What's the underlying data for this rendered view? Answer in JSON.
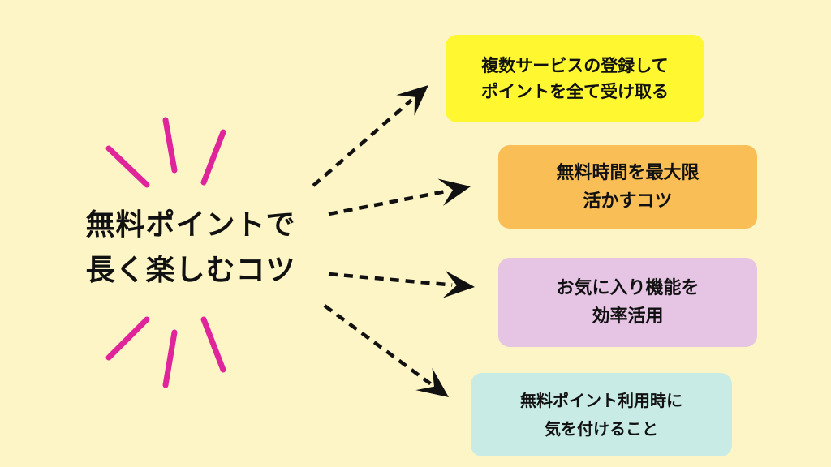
{
  "center": {
    "line1": "無料ポイントで",
    "line2": "長く楽しむコツ"
  },
  "boxes": [
    {
      "line1": "複数サービスの登録して",
      "line2": "ポイントを全て受け取る",
      "color": "#FFF730"
    },
    {
      "line1": "無料時間を最大限",
      "line2": "活かすコツ",
      "color": "#F9BE55"
    },
    {
      "line1": "お気に入り機能を",
      "line2": "効率活用",
      "color": "#E5C4E4"
    },
    {
      "line1": "無料ポイント利用時に",
      "line2": "気を付けること",
      "color": "#C8EBE5"
    }
  ],
  "colors": {
    "background": "#FDF5C6",
    "burst": "#E0249A",
    "arrow": "#111111"
  }
}
